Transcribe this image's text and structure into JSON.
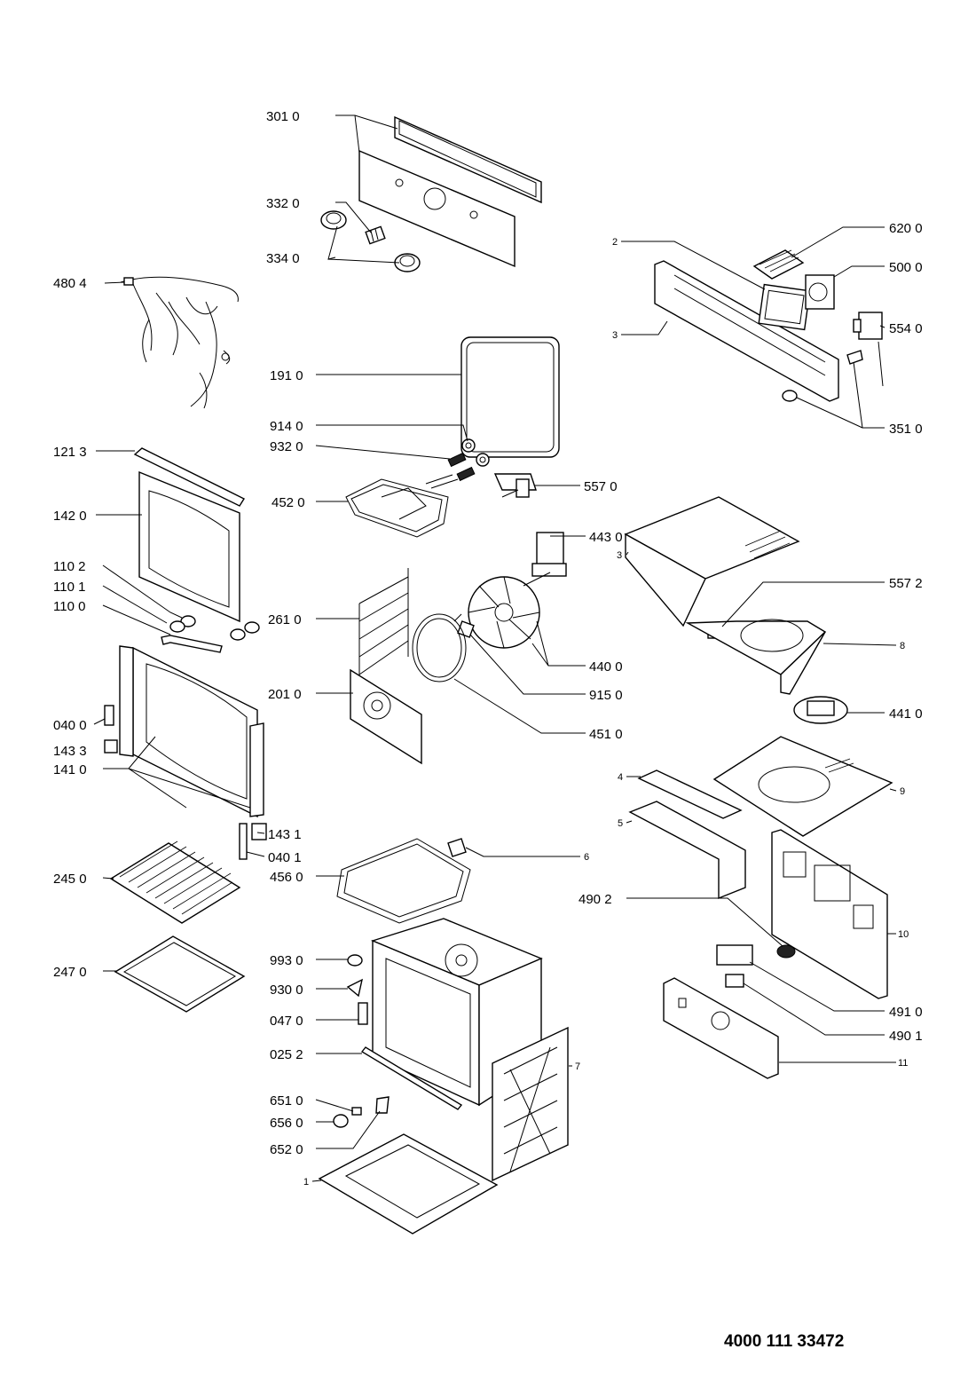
{
  "document_number": "4000 111 33472",
  "labels": {
    "l3010": "301 0",
    "l3320": "332 0",
    "l3340": "334 0",
    "l4804": "480 4",
    "l1910": "191 0",
    "l9140": "914 0",
    "l9320": "932 0",
    "l4520": "452 0",
    "l1213": "121 3",
    "l1420": "142 0",
    "l1102": "110 2",
    "l1101": "110 1",
    "l1100": "110 0",
    "l2610": "261 0",
    "l2010": "201 0",
    "l0400": "040 0",
    "l1433": "143 3",
    "l1410": "141 0",
    "l1431": "143 1",
    "l0401": "040 1",
    "l2450": "245 0",
    "l4560": "456 0",
    "l2470": "247 0",
    "l9930": "993 0",
    "l9300": "930 0",
    "l0470": "047 0",
    "l0252": "025 2",
    "l6510": "651 0",
    "l6560": "656 0",
    "l6520": "652 0",
    "l1": "1",
    "l6200": "620 0",
    "l2": "2",
    "l5000": "500 0",
    "l3a": "3",
    "l5540": "554 0",
    "l3510": "351 0",
    "l5570": "557 0",
    "l4430": "443 0",
    "l3b": "3",
    "l5572": "557 2",
    "l8": "8",
    "l4400": "440 0",
    "l9150": "915 0",
    "l4510": "451 0",
    "l4410": "441 0",
    "l4": "4",
    "l9": "9",
    "l5": "5",
    "l6": "6",
    "l4902": "490 2",
    "l10": "10",
    "l4910": "491 0",
    "l4901": "490 1",
    "l7": "7",
    "l11": "11"
  }
}
